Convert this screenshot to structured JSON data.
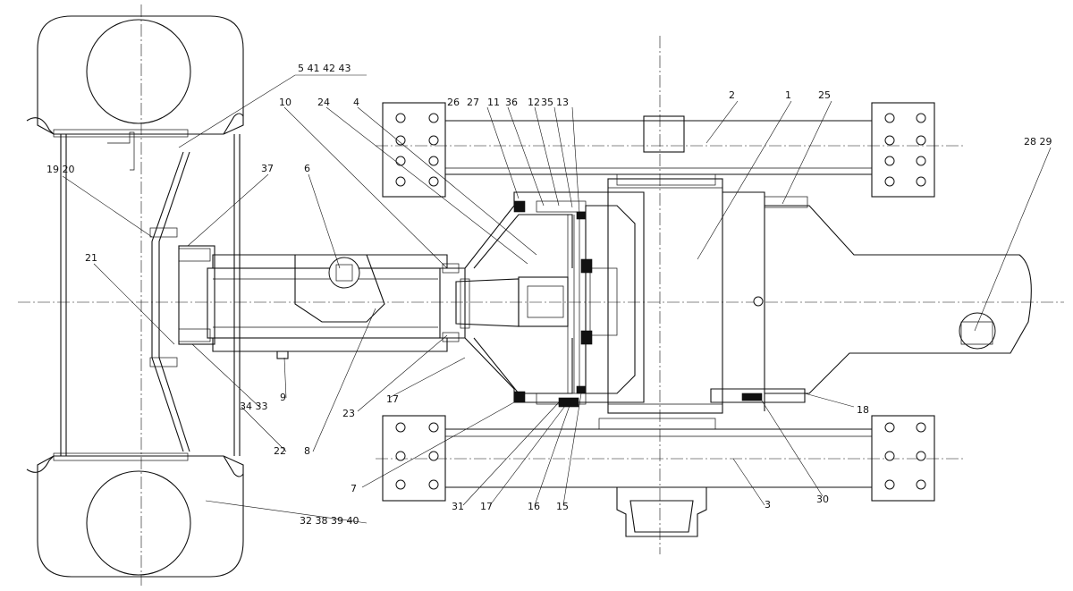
{
  "drawing": {
    "part_labels": [
      {
        "id": "lbl-5-41-42-43",
        "text": "5 41 42 43"
      },
      {
        "id": "lbl-10",
        "text": "10"
      },
      {
        "id": "lbl-24",
        "text": "24"
      },
      {
        "id": "lbl-4",
        "text": "4"
      },
      {
        "id": "lbl-26",
        "text": "26"
      },
      {
        "id": "lbl-27",
        "text": "27"
      },
      {
        "id": "lbl-11",
        "text": "11"
      },
      {
        "id": "lbl-36",
        "text": "36"
      },
      {
        "id": "lbl-12",
        "text": "12"
      },
      {
        "id": "lbl-35",
        "text": "35"
      },
      {
        "id": "lbl-13",
        "text": "13"
      },
      {
        "id": "lbl-2",
        "text": "2"
      },
      {
        "id": "lbl-1",
        "text": "1"
      },
      {
        "id": "lbl-25",
        "text": "25"
      },
      {
        "id": "lbl-28-29",
        "text": "28 29"
      },
      {
        "id": "lbl-19-20",
        "text": "19 20"
      },
      {
        "id": "lbl-37",
        "text": "37"
      },
      {
        "id": "lbl-6",
        "text": "6"
      },
      {
        "id": "lbl-21",
        "text": "21"
      },
      {
        "id": "lbl-34-33",
        "text": "34 33"
      },
      {
        "id": "lbl-9",
        "text": "9"
      },
      {
        "id": "lbl-22",
        "text": "22"
      },
      {
        "id": "lbl-8",
        "text": "8"
      },
      {
        "id": "lbl-23",
        "text": "23"
      },
      {
        "id": "lbl-17a",
        "text": "17"
      },
      {
        "id": "lbl-7",
        "text": "7"
      },
      {
        "id": "lbl-31",
        "text": "31"
      },
      {
        "id": "lbl-17b",
        "text": "17"
      },
      {
        "id": "lbl-16",
        "text": "16"
      },
      {
        "id": "lbl-15",
        "text": "15"
      },
      {
        "id": "lbl-3",
        "text": "3"
      },
      {
        "id": "lbl-30",
        "text": "30"
      },
      {
        "id": "lbl-18",
        "text": "18"
      },
      {
        "id": "lbl-32-38-39-40",
        "text": "32 38 39 40"
      }
    ]
  }
}
